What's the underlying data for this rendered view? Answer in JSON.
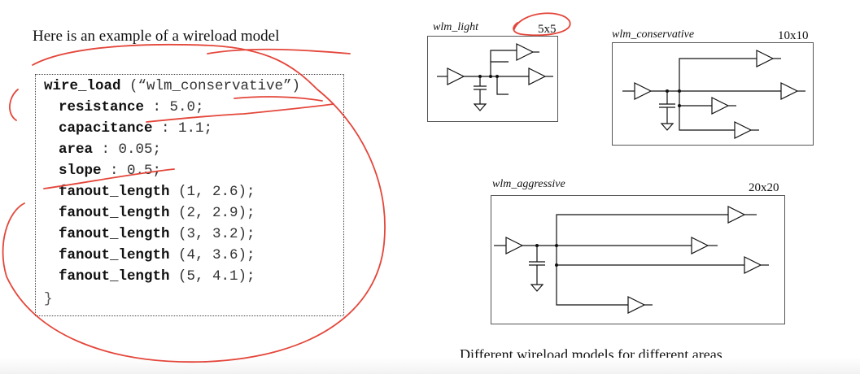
{
  "heading": "Here is an example of a wireload model",
  "code": {
    "header_kw": "wire_load",
    "header_arg": " (“wlm_conservative”)",
    "lines": [
      {
        "kw": "resistance",
        "val": " : 5.0;"
      },
      {
        "kw": "capacitance",
        "val": " : 1.1;"
      },
      {
        "kw": "area",
        "val": " : 0.05;"
      },
      {
        "kw": "slope",
        "val": " : 0.5;"
      },
      {
        "kw": "fanout_length",
        "val": " (1, 2.6);"
      },
      {
        "kw": "fanout_length",
        "val": " (2, 2.9);"
      },
      {
        "kw": "fanout_length",
        "val": " (3, 3.2);"
      },
      {
        "kw": "fanout_length",
        "val": " (4, 3.6);"
      },
      {
        "kw": "fanout_length",
        "val": " (5, 4.1);"
      }
    ],
    "closing": "}"
  },
  "diagrams": {
    "light": {
      "name": "wlm_light",
      "size": "5x5"
    },
    "conservative": {
      "name": "wlm_conservative",
      "size": "10x10"
    },
    "aggressive": {
      "name": "wlm_aggressive",
      "size": "20x20"
    }
  },
  "caption": "Different wireload models for different areas",
  "colors": {
    "annotation": "#e4463a",
    "ink": "#111111"
  }
}
